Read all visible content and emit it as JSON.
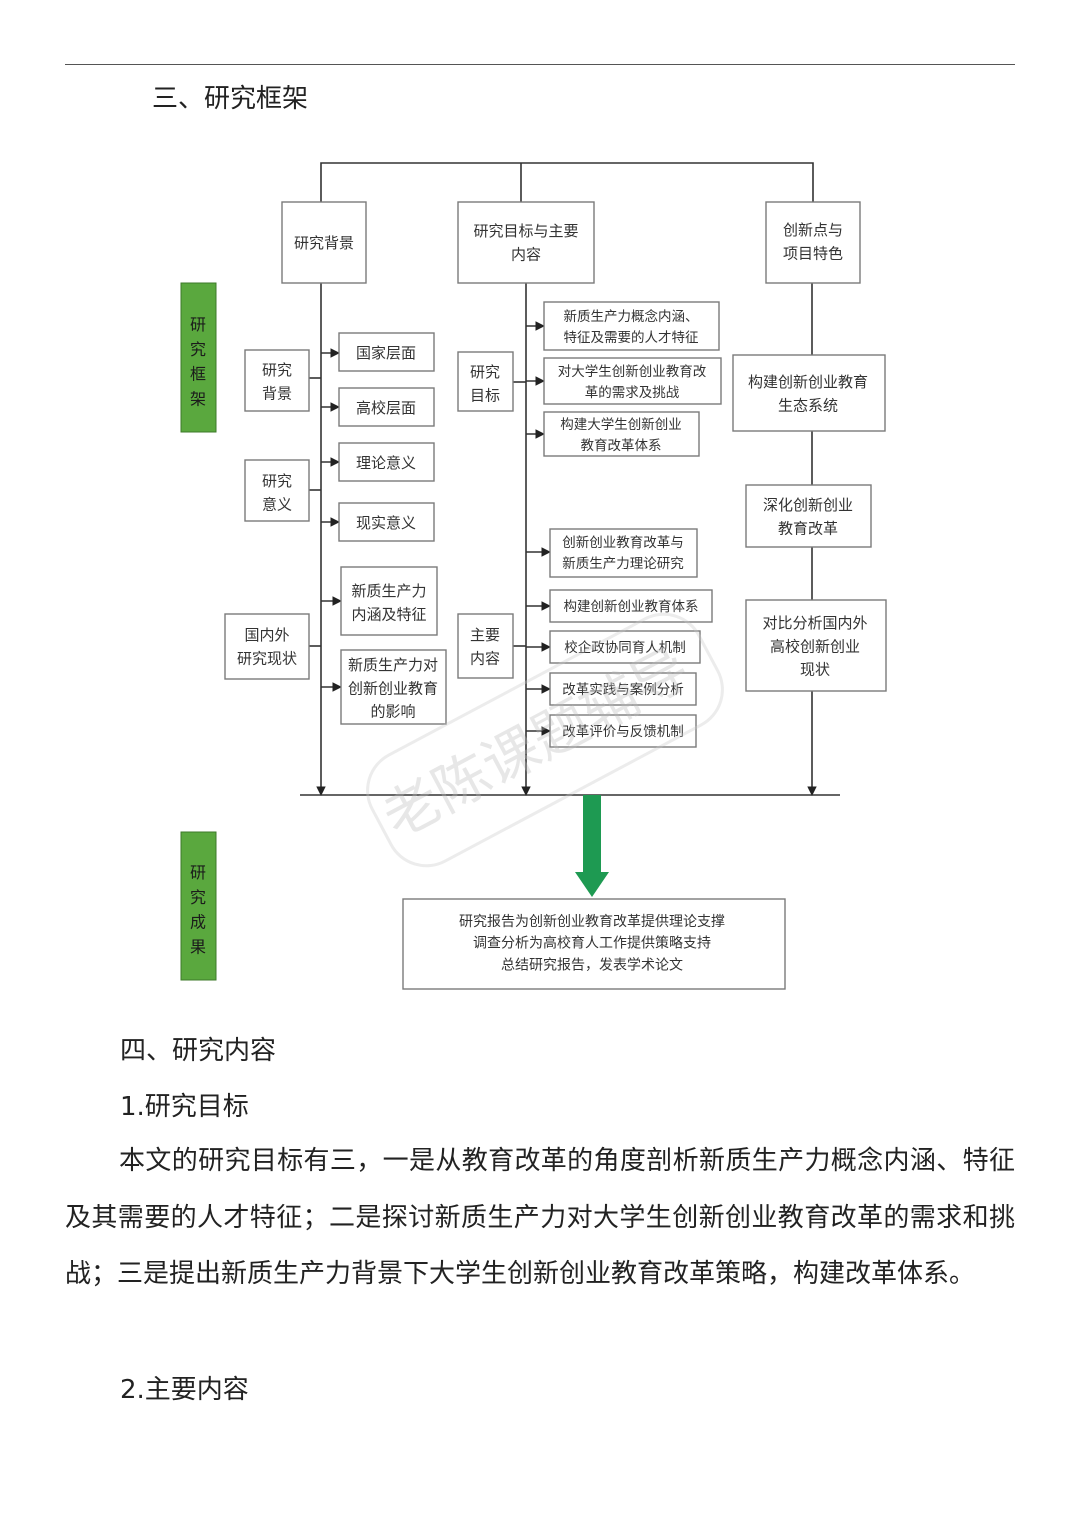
{
  "section3": {
    "title": "三、研究框架"
  },
  "diagram": {
    "side_labels": {
      "framework": "研\n究\n框\n架",
      "results": "研\n究\n成\n果"
    },
    "top_boxes": {
      "background": "研究背景",
      "goals_content": "研究目标与主要\n内容",
      "innovation": "创新点与\n项目特色"
    },
    "left_groups": {
      "research_background": "研究\n背景",
      "research_significance": "研究\n意义",
      "domestic_foreign": "国内外\n研究现状"
    },
    "left_items": [
      "国家层面",
      "高校层面",
      "理论意义",
      "现实意义",
      "新质生产力\n内涵及特征",
      "新质生产力对\n创新创业教育\n的影响"
    ],
    "mid_groups": {
      "goals": "研究\n目标",
      "content": "主要\n内容"
    },
    "goal_items": [
      "新质生产力概念内涵、\n特征及需要的人才特征",
      "对大学生创新创业教育改\n革的需求及挑战",
      "构建大学生创新创业\n教育改革体系"
    ],
    "content_items": [
      "创新创业教育改革与\n新质生产力理论研究",
      "构建创新创业教育体系",
      "校企政协同育人机制",
      "改革实践与案例分析",
      "改革评价与反馈机制"
    ],
    "right_items": [
      "构建创新创业教育\n生态系统",
      "深化创新创业\n教育改革",
      "对比分析国内外\n高校创新创业\n现状"
    ],
    "results_box": "研究报告为创新创业教育改革提供理论支撑\n调查分析为高校育人工作提供策略支持\n总结研究报告，发表学术论文",
    "watermark": "老陈课题辅导",
    "colors": {
      "green": "#5aa83e",
      "arrow": "#1e9a52"
    }
  },
  "section4": {
    "title": "四、研究内容",
    "sub1": "1.研究目标",
    "para1": "本文的研究目标有三，一是从教育改革的角度剖析新质生产力概念内涵、特征及其需要的人才特征；二是探讨新质生产力对大学生创新创业教育改革的需求和挑战；三是提出新质生产力背景下大学生创新创业教育改革策略，构建改革体系。",
    "sub2": "2.主要内容"
  }
}
